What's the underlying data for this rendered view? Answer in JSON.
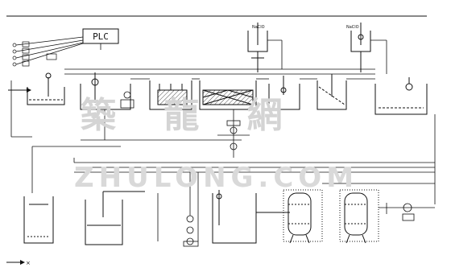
{
  "title": "",
  "controller": {
    "label": "PLC"
  },
  "dosing": [
    {
      "id": "dosing-1",
      "label": "NaClO"
    },
    {
      "id": "dosing-2",
      "label": "NaClO"
    }
  ],
  "watermark": {
    "cn": "築 龍 網",
    "en": "ZHULONG.COM"
  },
  "colors": {
    "line": "#111111",
    "watermark": "#d4d4d4",
    "background": "#ffffff"
  }
}
